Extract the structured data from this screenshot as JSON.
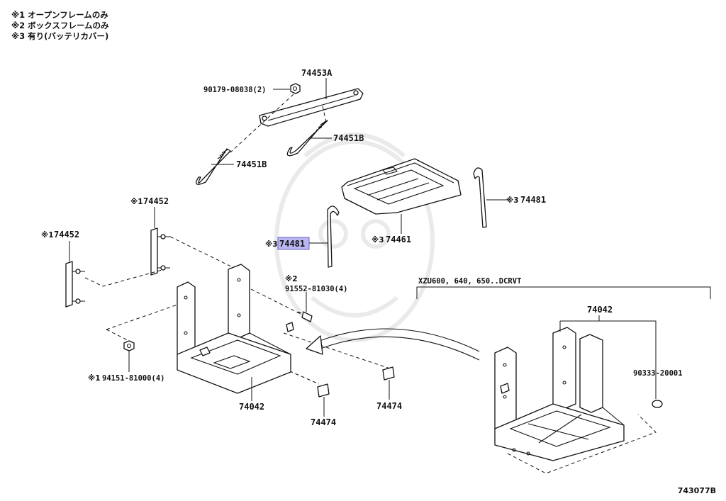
{
  "notes": [
    "※1 オープンフレームのみ",
    "※2 ボックスフレームのみ",
    "※3 有り(バッテリカバー)"
  ],
  "labels": {
    "p74453A": "74453A",
    "p90179": "90179-08038(2)",
    "p74451B_top": "74451B",
    "p74451B_left": "74451B",
    "p74452_a_mark": "※1",
    "p74452_a": "74452",
    "p74452_b_mark": "※1",
    "p74452_b": "74452",
    "p74481_left_mark": "※3",
    "p74481_left": "74481",
    "p74461_mark": "※3",
    "p74461": "74461",
    "p74481_right_mark": "※3",
    "p74481_right": "74481",
    "p91552_mark": "※2",
    "p91552": "91552-81030(4)",
    "p94151_mark": "※1",
    "p94151": "94151-81000(4)",
    "p74042_left": "74042",
    "p74474_a": "74474",
    "p74474_b": "74474",
    "variant": "XZU600, 640, 650..DCRVT",
    "p74042_right": "74042",
    "p90333": "90333-20001"
  },
  "footer": "743077B",
  "highlight_color": "#b9b6f0"
}
